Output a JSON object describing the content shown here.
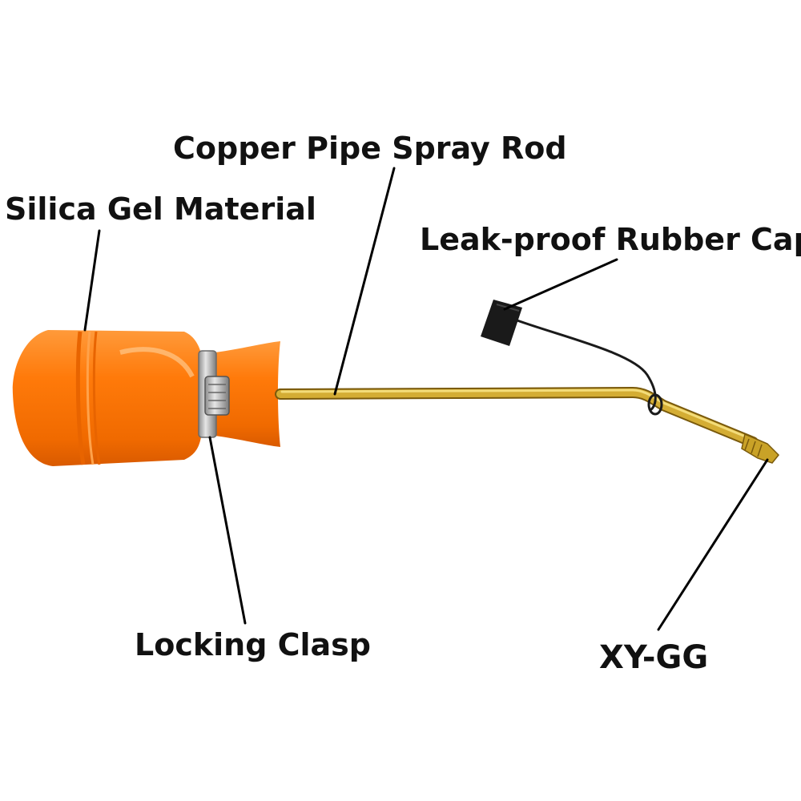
{
  "labels": {
    "copper_pipe_spray_rod": "Copper Pipe Spray Rod",
    "silica_gel_material": "Silica Gel Material",
    "leak_proof_rubber_cap": "Leak-proof Rubber Cap",
    "locking_clasp": "Locking Clasp",
    "model": "XY-GG"
  },
  "colors": {
    "bulb_orange": "#ff7a0a",
    "bulb_shadow": "#e25f00",
    "bulb_highlight": "#ffa24a",
    "brass_rod": "#c9a227",
    "brass_highlight": "#f3dc7a",
    "rubber_cap": "#1a1a1a",
    "clasp_metal": "#b8b8b8",
    "leader_line": "#000000",
    "text": "#111111"
  }
}
